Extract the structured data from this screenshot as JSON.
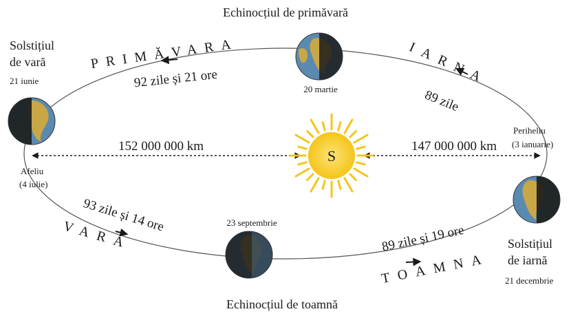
{
  "labels": {
    "spring_equinox_title": "Echinocțiul de primăvară",
    "spring_equinox_date": "20 martie",
    "autumn_equinox_title": "Echinocțiul de toamnă",
    "autumn_equinox_date": "23 septembrie",
    "summer_solstice_line1": "Solstițiul",
    "summer_solstice_line2": "de vară",
    "summer_solstice_date": "21 iunie",
    "winter_solstice_line1": "Solstițiul",
    "winter_solstice_line2": "de iarnă",
    "winter_solstice_date": "21 decembrie",
    "aphelion_line1": "Afeliu",
    "aphelion_line2": "(4 iulie)",
    "perihelion_line1": "Periheliu",
    "perihelion_line2": "(3 ianuarie)",
    "sun_letter": "S"
  },
  "distances": {
    "aphelion": "152 000 000 km",
    "perihelion": "147 000 000 km"
  },
  "seasons": {
    "spring": {
      "name": "PRIMĂVARA",
      "duration": "92 zile și 21 ore"
    },
    "winter": {
      "name": "IARNA",
      "duration": "89 zile"
    },
    "summer": {
      "name": "VARA",
      "duration": "93 zile și 14 ore"
    },
    "autumn": {
      "name": "TOAMNA",
      "duration": "89 zile și 19 ore"
    }
  },
  "colors": {
    "sun": "#f5c518",
    "sun_core": "#fde27a",
    "orbit": "#555555",
    "earth_land": "#c9a646",
    "earth_ocean": "#5a8ab0",
    "earth_night": "#1b1b1b"
  }
}
